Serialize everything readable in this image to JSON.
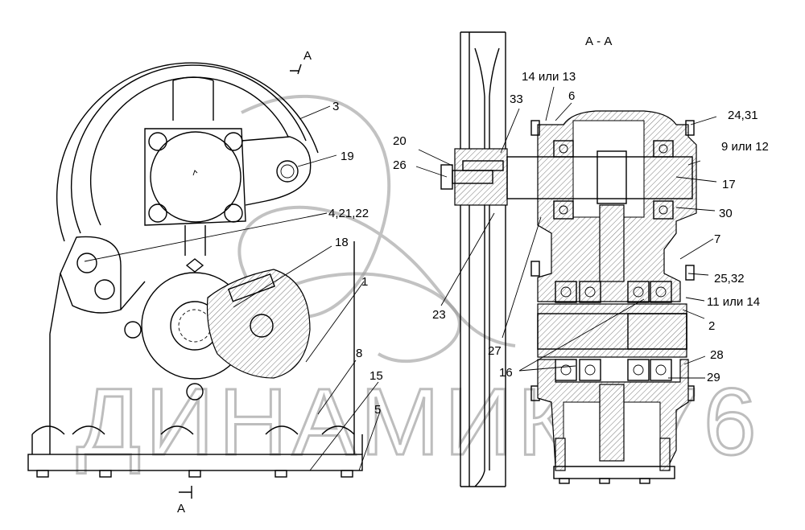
{
  "drawing": {
    "section_marker_top": "А",
    "section_marker_bottom": "А",
    "section_title": "А - А",
    "watermark": "ДИНАМИКА76",
    "callouts": {
      "c14_13": "14 или 13",
      "c6": "6",
      "c33": "33",
      "c3": "3",
      "c24_31": "24,31",
      "c20": "20",
      "c9_12": "9 или 12",
      "c26": "26",
      "c19": "19",
      "c17": "17",
      "c4_21_22": "4,21,22",
      "c30": "30",
      "c7": "7",
      "c18": "18",
      "c1": "1",
      "c25_32": "25,32",
      "c11_14": "11 или 14",
      "c23": "23",
      "c2": "2",
      "c27": "27",
      "c28": "28",
      "c16": "16",
      "c8": "8",
      "c29": "29",
      "c15": "15",
      "c5": "5"
    }
  }
}
